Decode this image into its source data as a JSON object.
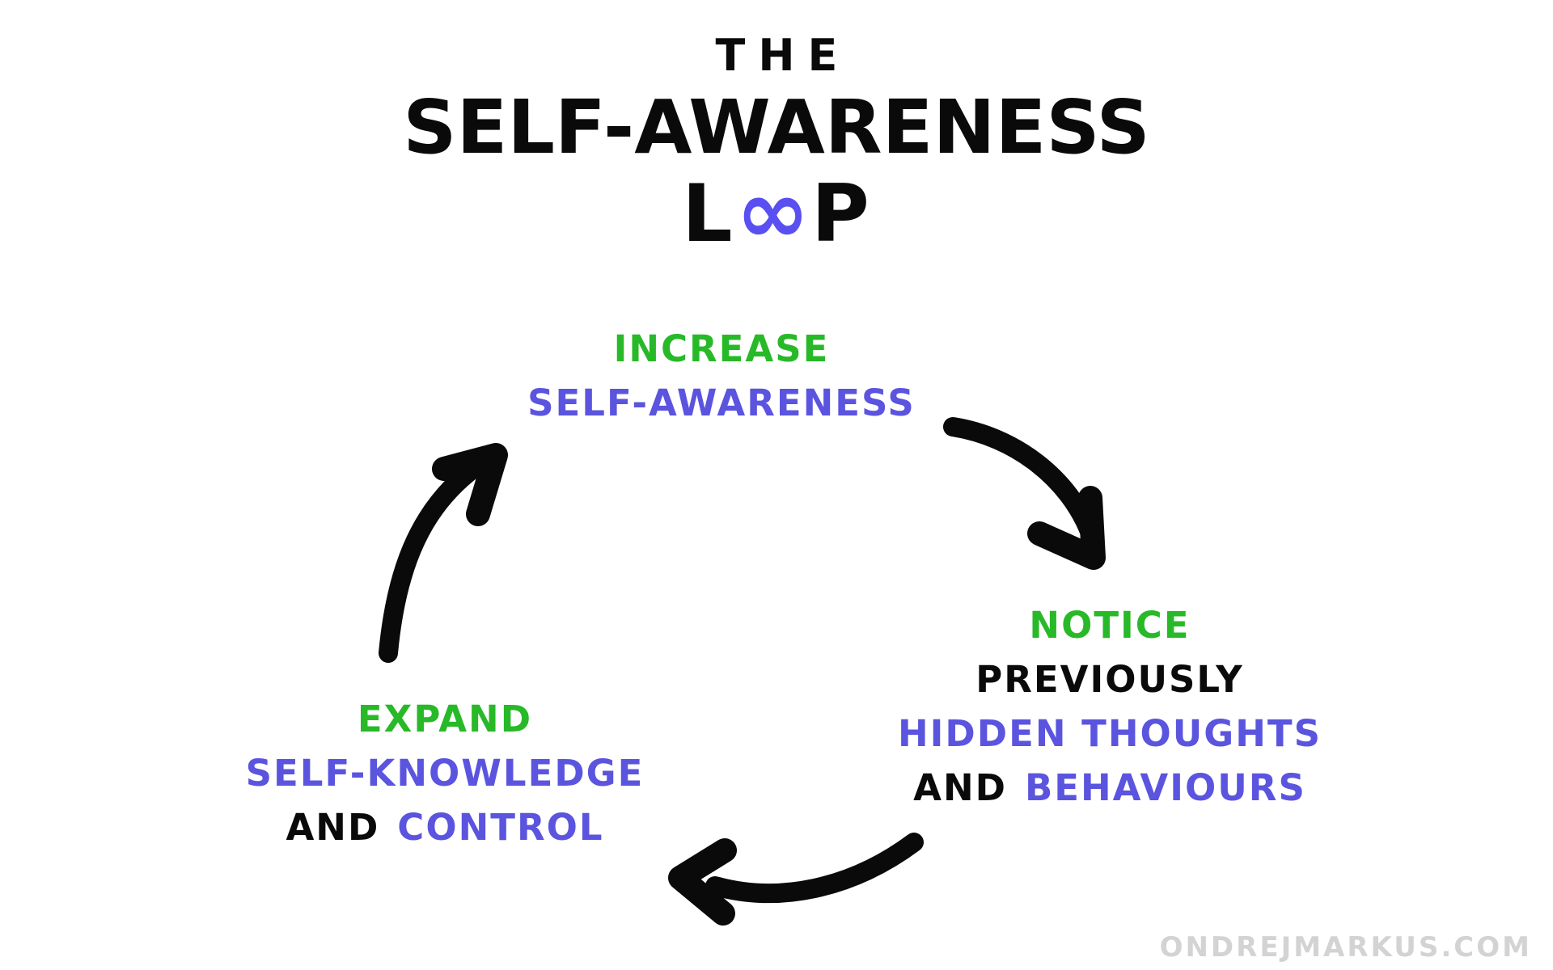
{
  "colors": {
    "green": "#28B928",
    "purple": "#5B54DF",
    "infinity_purple": "#5A4FF0",
    "ink": "#0A0A0A",
    "watermark_gray": "#D3D3D3",
    "background": "#FFFFFF"
  },
  "title": {
    "line1": "THE",
    "line2": "SELF-AWARENESS",
    "loop_l": "L",
    "loop_infinity": "∞",
    "loop_p": "P"
  },
  "diagram": {
    "nodes": {
      "increase": {
        "line1": "INCREASE",
        "line2": "SELF-AWARENESS"
      },
      "notice": {
        "line1": "NOTICE",
        "line2": "PREVIOUSLY",
        "line3": "HIDDEN THOUGHTS",
        "line4_black": "AND",
        "line4_purple": "BEHAVIOURS"
      },
      "expand": {
        "line1": "EXPAND",
        "line2": "SELF-KNOWLEDGE",
        "line3_black": "AND",
        "line3_purple": "CONTROL"
      }
    },
    "arrows": [
      "increase-to-notice",
      "notice-to-expand",
      "expand-to-increase"
    ]
  },
  "watermark": "ONDREJMARKUS.COM"
}
